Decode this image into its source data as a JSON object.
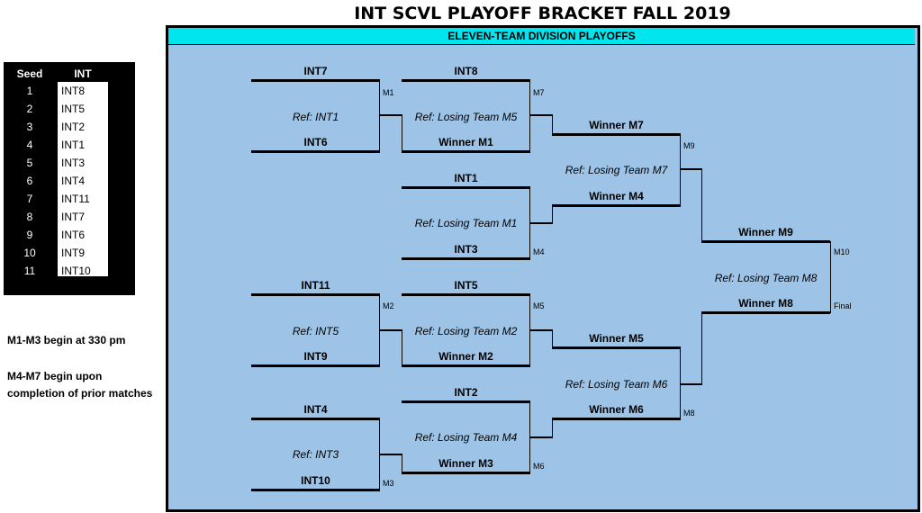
{
  "title": "INT SCVL PLAYOFF BRACKET FALL 2019",
  "subtitle": "ELEVEN-TEAM DIVISION PLAYOFFS",
  "seeds": {
    "header_seed": "Seed",
    "header_team": "INT",
    "rows": [
      {
        "seed": "1",
        "team": "INT8"
      },
      {
        "seed": "2",
        "team": "INT5"
      },
      {
        "seed": "3",
        "team": "INT2"
      },
      {
        "seed": "4",
        "team": "INT1"
      },
      {
        "seed": "5",
        "team": "INT3"
      },
      {
        "seed": "6",
        "team": "INT4"
      },
      {
        "seed": "7",
        "team": "INT11"
      },
      {
        "seed": "8",
        "team": "INT7"
      },
      {
        "seed": "9",
        "team": "INT6"
      },
      {
        "seed": "10",
        "team": "INT9"
      },
      {
        "seed": "11",
        "team": "INT10"
      }
    ]
  },
  "notes": {
    "n1": "M1-M3 begin at 330 pm",
    "n2": "M4-M7 begin upon",
    "n3": "completion of prior matches"
  },
  "round1": {
    "m1": {
      "top": "INT7",
      "ref": "Ref: INT1",
      "bottom": "INT6",
      "id": "M1"
    },
    "m2": {
      "top": "INT11",
      "ref": "Ref: INT5",
      "bottom": "INT9",
      "id": "M2"
    },
    "m3": {
      "top": "INT4",
      "ref": "Ref: INT3",
      "bottom": "INT10",
      "id": "M3"
    }
  },
  "round2": {
    "m7": {
      "top": "INT8",
      "ref": "Ref: Losing Team M5",
      "bottom": "Winner M1",
      "id": "M7"
    },
    "m4": {
      "top": "INT1",
      "ref": "Ref: Losing Team M1",
      "bottom": "INT3",
      "id": "M4"
    },
    "m5": {
      "top": "INT5",
      "ref": "Ref: Losing Team M2",
      "bottom": "Winner M2",
      "id": "M5"
    },
    "m6": {
      "top": "INT2",
      "ref": "Ref: Losing Team M4",
      "bottom": "Winner M3",
      "id": "M6"
    }
  },
  "round3": {
    "m9": {
      "top": "Winner M7",
      "ref": "Ref: Losing Team M7",
      "bottom": "Winner M4",
      "id": "M9"
    },
    "m8": {
      "top": "Winner M5",
      "ref": "Ref: Losing Team M6",
      "bottom": "Winner M6",
      "id": "M8"
    }
  },
  "final": {
    "top": "Winner M9",
    "ref": "Ref: Losing Team M8",
    "bottom": "Winner M8",
    "id": "M10",
    "label": "Final"
  }
}
